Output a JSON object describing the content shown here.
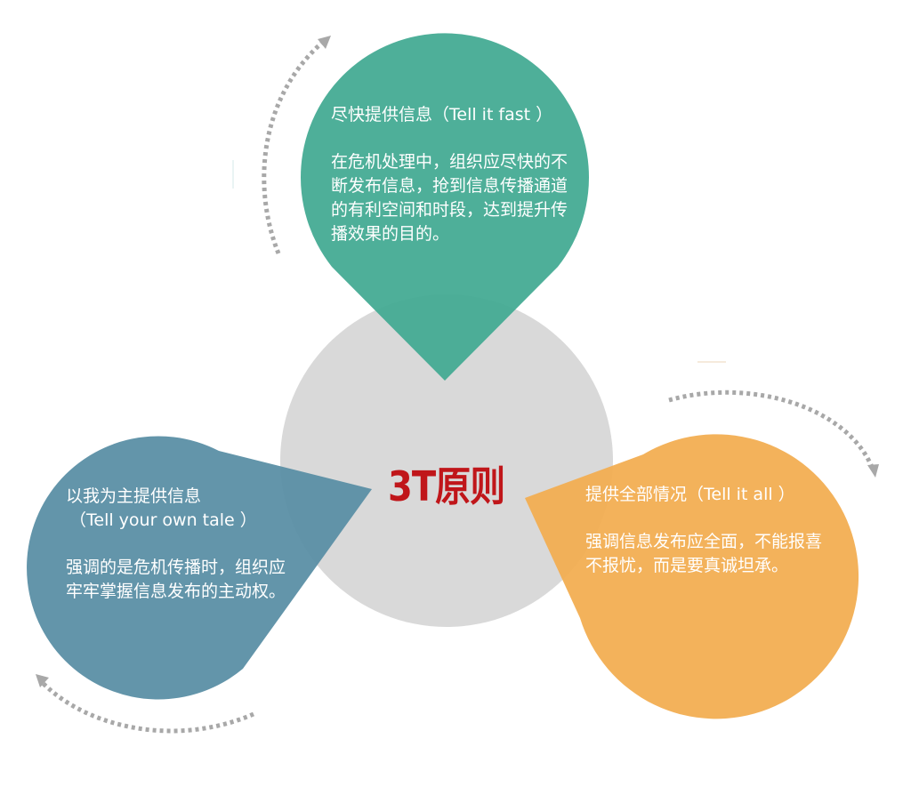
{
  "diagram": {
    "center": {
      "title": "3T原则",
      "fill": "#D9D9D9",
      "title_color": "#C0161A"
    },
    "principles": [
      {
        "id": "tell-it-fast",
        "title": "尽快提供信息（Tell it fast ）",
        "body": "在危机处理中，组织应尽快的不断发布信息，抢到信息传播通道的有利空间和时段，达到提升传播效果的目的。",
        "fill": "#4AAE98",
        "position": "top"
      },
      {
        "id": "tell-your-own-tale",
        "title_line1": "以我为主提供信息",
        "title_line2": "（Tell your own tale ）",
        "body": "强调的是危机传播时，组织应牢牢掌握信息发布的主动权。",
        "fill": "#5F93A8",
        "position": "left"
      },
      {
        "id": "tell-it-all",
        "title": "提供全部情况（Tell it all ）",
        "body": "强调信息发布应全面，不能报喜不报忧，而是要真诚坦承。",
        "fill": "#F2B056",
        "position": "right"
      }
    ],
    "cycle_arrows": {
      "color": "#A6A6A6",
      "count": 3,
      "direction": "clockwise"
    }
  }
}
